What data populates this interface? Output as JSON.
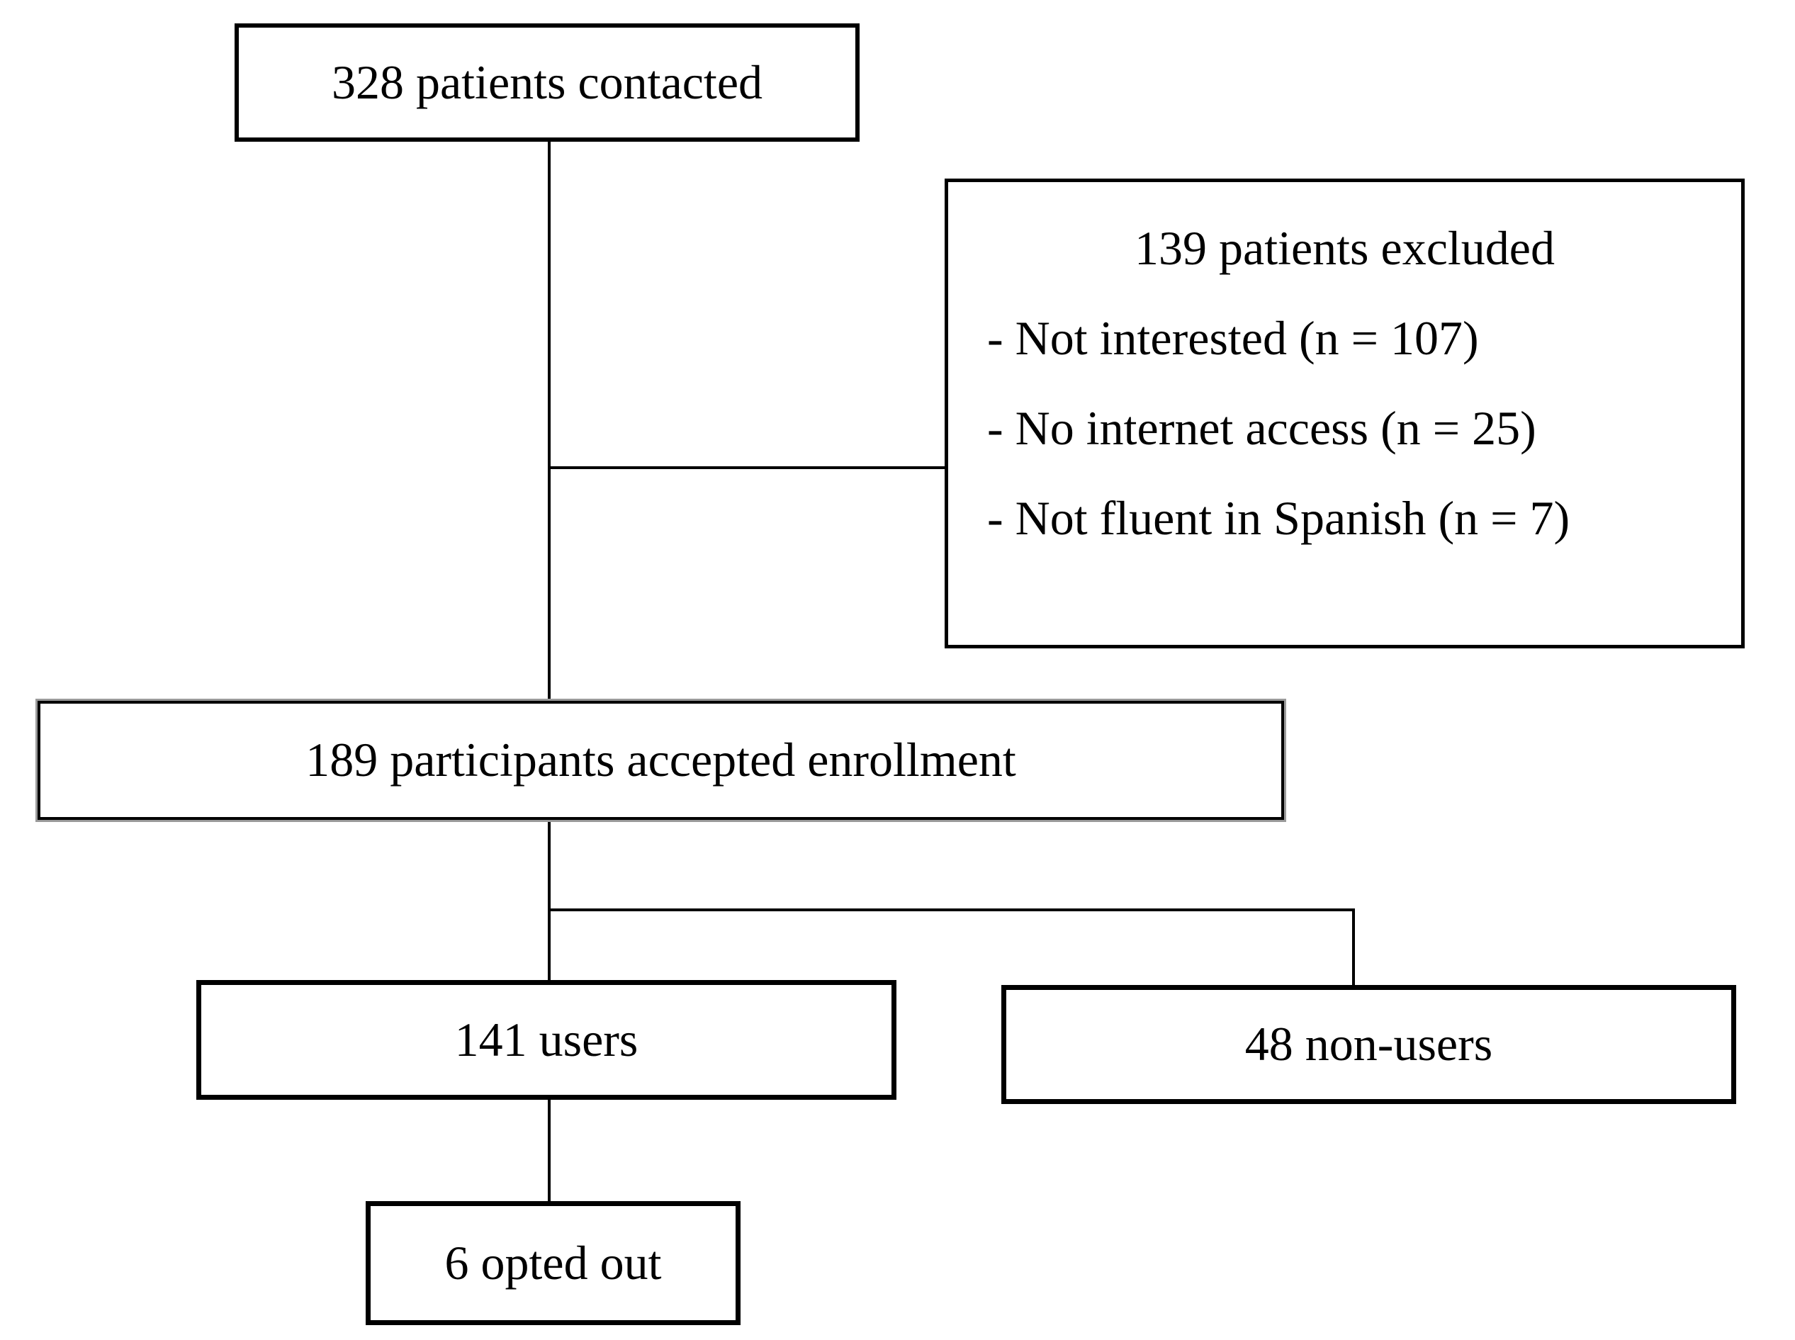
{
  "figure": {
    "background_color": "#ffffff",
    "line_color": "#000000",
    "text_color": "#000000",
    "nodes": {
      "contacted": {
        "label": "328 patients contacted"
      },
      "excluded": {
        "title": "139 patients excluded",
        "items": [
          "- Not interested (n = 107)",
          "- No internet access (n = 25)",
          "- Not fluent in Spanish (n = 7)"
        ]
      },
      "enrolled": {
        "label": "189 participants accepted enrollment"
      },
      "users": {
        "label": "141 users"
      },
      "non_users": {
        "label": "48 non-users"
      },
      "opted_out": {
        "label": "6 opted out"
      }
    }
  }
}
